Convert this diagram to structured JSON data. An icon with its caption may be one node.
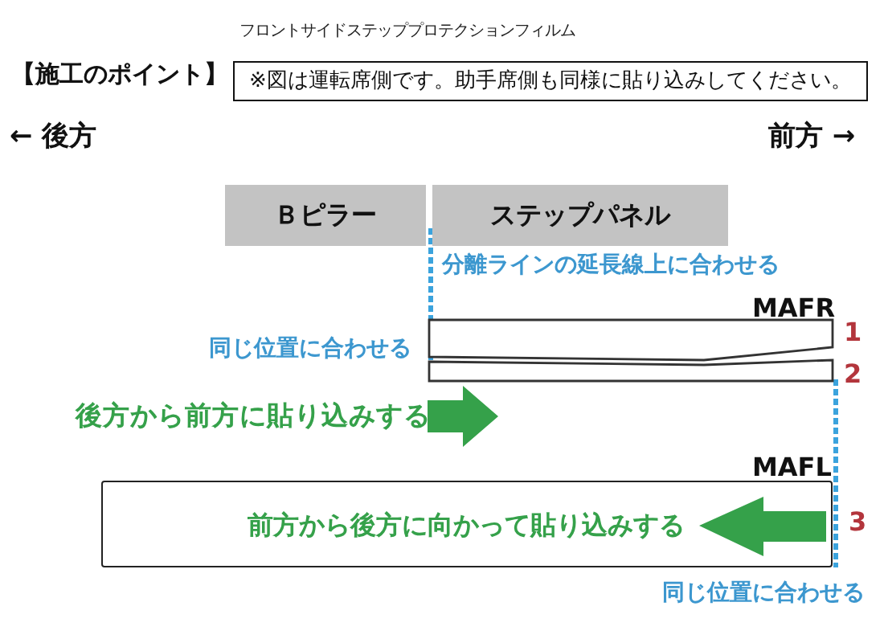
{
  "diagram": {
    "title": "フロントサイドステッププロテクションフィルム",
    "nodes": [
      {
        "text": [
          "※図は運転席側です。助手席側も同様に貼り込みしてください。"
        ]
      },
      {
        "text": [
          "Ｂピラー"
        ]
      },
      {
        "text": [
          "ステップパネル"
        ]
      },
      {
        "text": [
          "MAFR"
        ],
        "beside": [
          "1"
        ]
      },
      {
        "text": [],
        "shape": "box",
        "beside": [
          "2"
        ]
      },
      {
        "text": [],
        "shape": "arrow",
        "beside": [
          "後方から前方に貼り込みする"
        ]
      },
      {
        "text": [
          "MAFL",
          "前方から後方に向かって貼り込みする"
        ],
        "beside": [
          "3"
        ]
      }
    ],
    "labels": [
      "【施工のポイント】",
      "← 後方",
      "前方 →",
      "分離ラインの延長線上に合わせる",
      "同じ位置に合わせる",
      "同じ位置に合わせる"
    ]
  }
}
